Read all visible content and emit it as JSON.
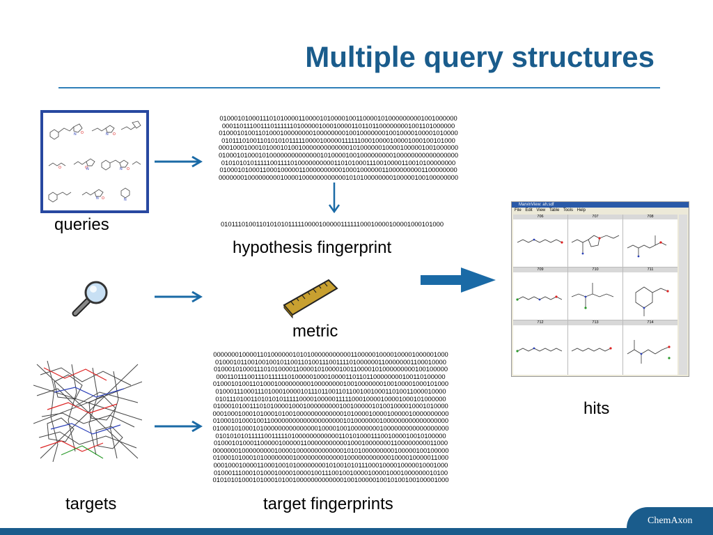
{
  "title": "Multiple query structures",
  "labels": {
    "queries": "queries",
    "hypothesis": "hypothesis fingerprint",
    "metric": "metric",
    "hits": "hits",
    "targets": "targets",
    "target_fps": "target fingerprints"
  },
  "query_fingerprints": "010001010001110101000011000010100001001100001010000000001001000000\n000110111001110111111010000010001000011011011000000001001101000000\n010001010011010001000000001000000001001000000010010000100001010000\n010111010011010101011111000010000011111100010000100001000100101000\n000100010001010001010010000000000000101000000100001000001001000000\n010001010001010000000000000010100001001000000000100000000000000000\n010101010111110011110100000000001101010001110010000110010100000000\n010001010001100010000011000000000010001000000110000000001100000000\n000000010000000001000010000000000001010100000000100000100100000000",
  "hypothesis_fingerprint": "010111010011010101011111000010000011111100010000100001000101000",
  "target_fingerprints": "00000001000011010000001010100000000000110000010000100001000001000\n01000101100100100101100110100111001111010000001100000001100010000\n01000101000111010100001100001010000100110000101000000000100100000\n00011011100111011111101000001000100001101101100000000100110100000\n01000101001101000100000000010000000010010000000100100001000101000\n01000111000111010001000010111011001101100100100011010011000010000\n01011101001101010101111100001000001111100010000100001000101000000\n01000101001110101000010001000000000100100000101001000010001010000\n00010001000101000101001000000000000010100001000010000010000000000\n01000101000100110000000000000000000010100000001000000000000000000\n01000101000101000000000000000100001001000000001000000000000000000\n01010101011111001111101000000000000110101000111001000010010100000\n01000101000110000010000011000000000001000100000001100000000011000\n00000001000000000100001000000000000010101000000000100000100100000\n01000101000101000000001000000000000010000000000001000010000011000\n00010001000011000100101000000001010010101110001000010000010001000\n01000111000101000100001000010011100100100001000010001000000010100\n01010101000101000101001000000000000010010000010010100100100001000",
  "marvin": {
    "title": "MarvinView: ah.sdf",
    "menu": [
      "File",
      "Edit",
      "View",
      "Table",
      "Tools",
      "Help"
    ],
    "cells": [
      "706",
      "707",
      "708",
      "709",
      "710",
      "711",
      "712",
      "713",
      "714"
    ]
  },
  "logo": "ChemAxon",
  "colors": {
    "title": "#1a5c8c",
    "arrow": "#1a6aa6",
    "query_box": "#2848a0"
  }
}
